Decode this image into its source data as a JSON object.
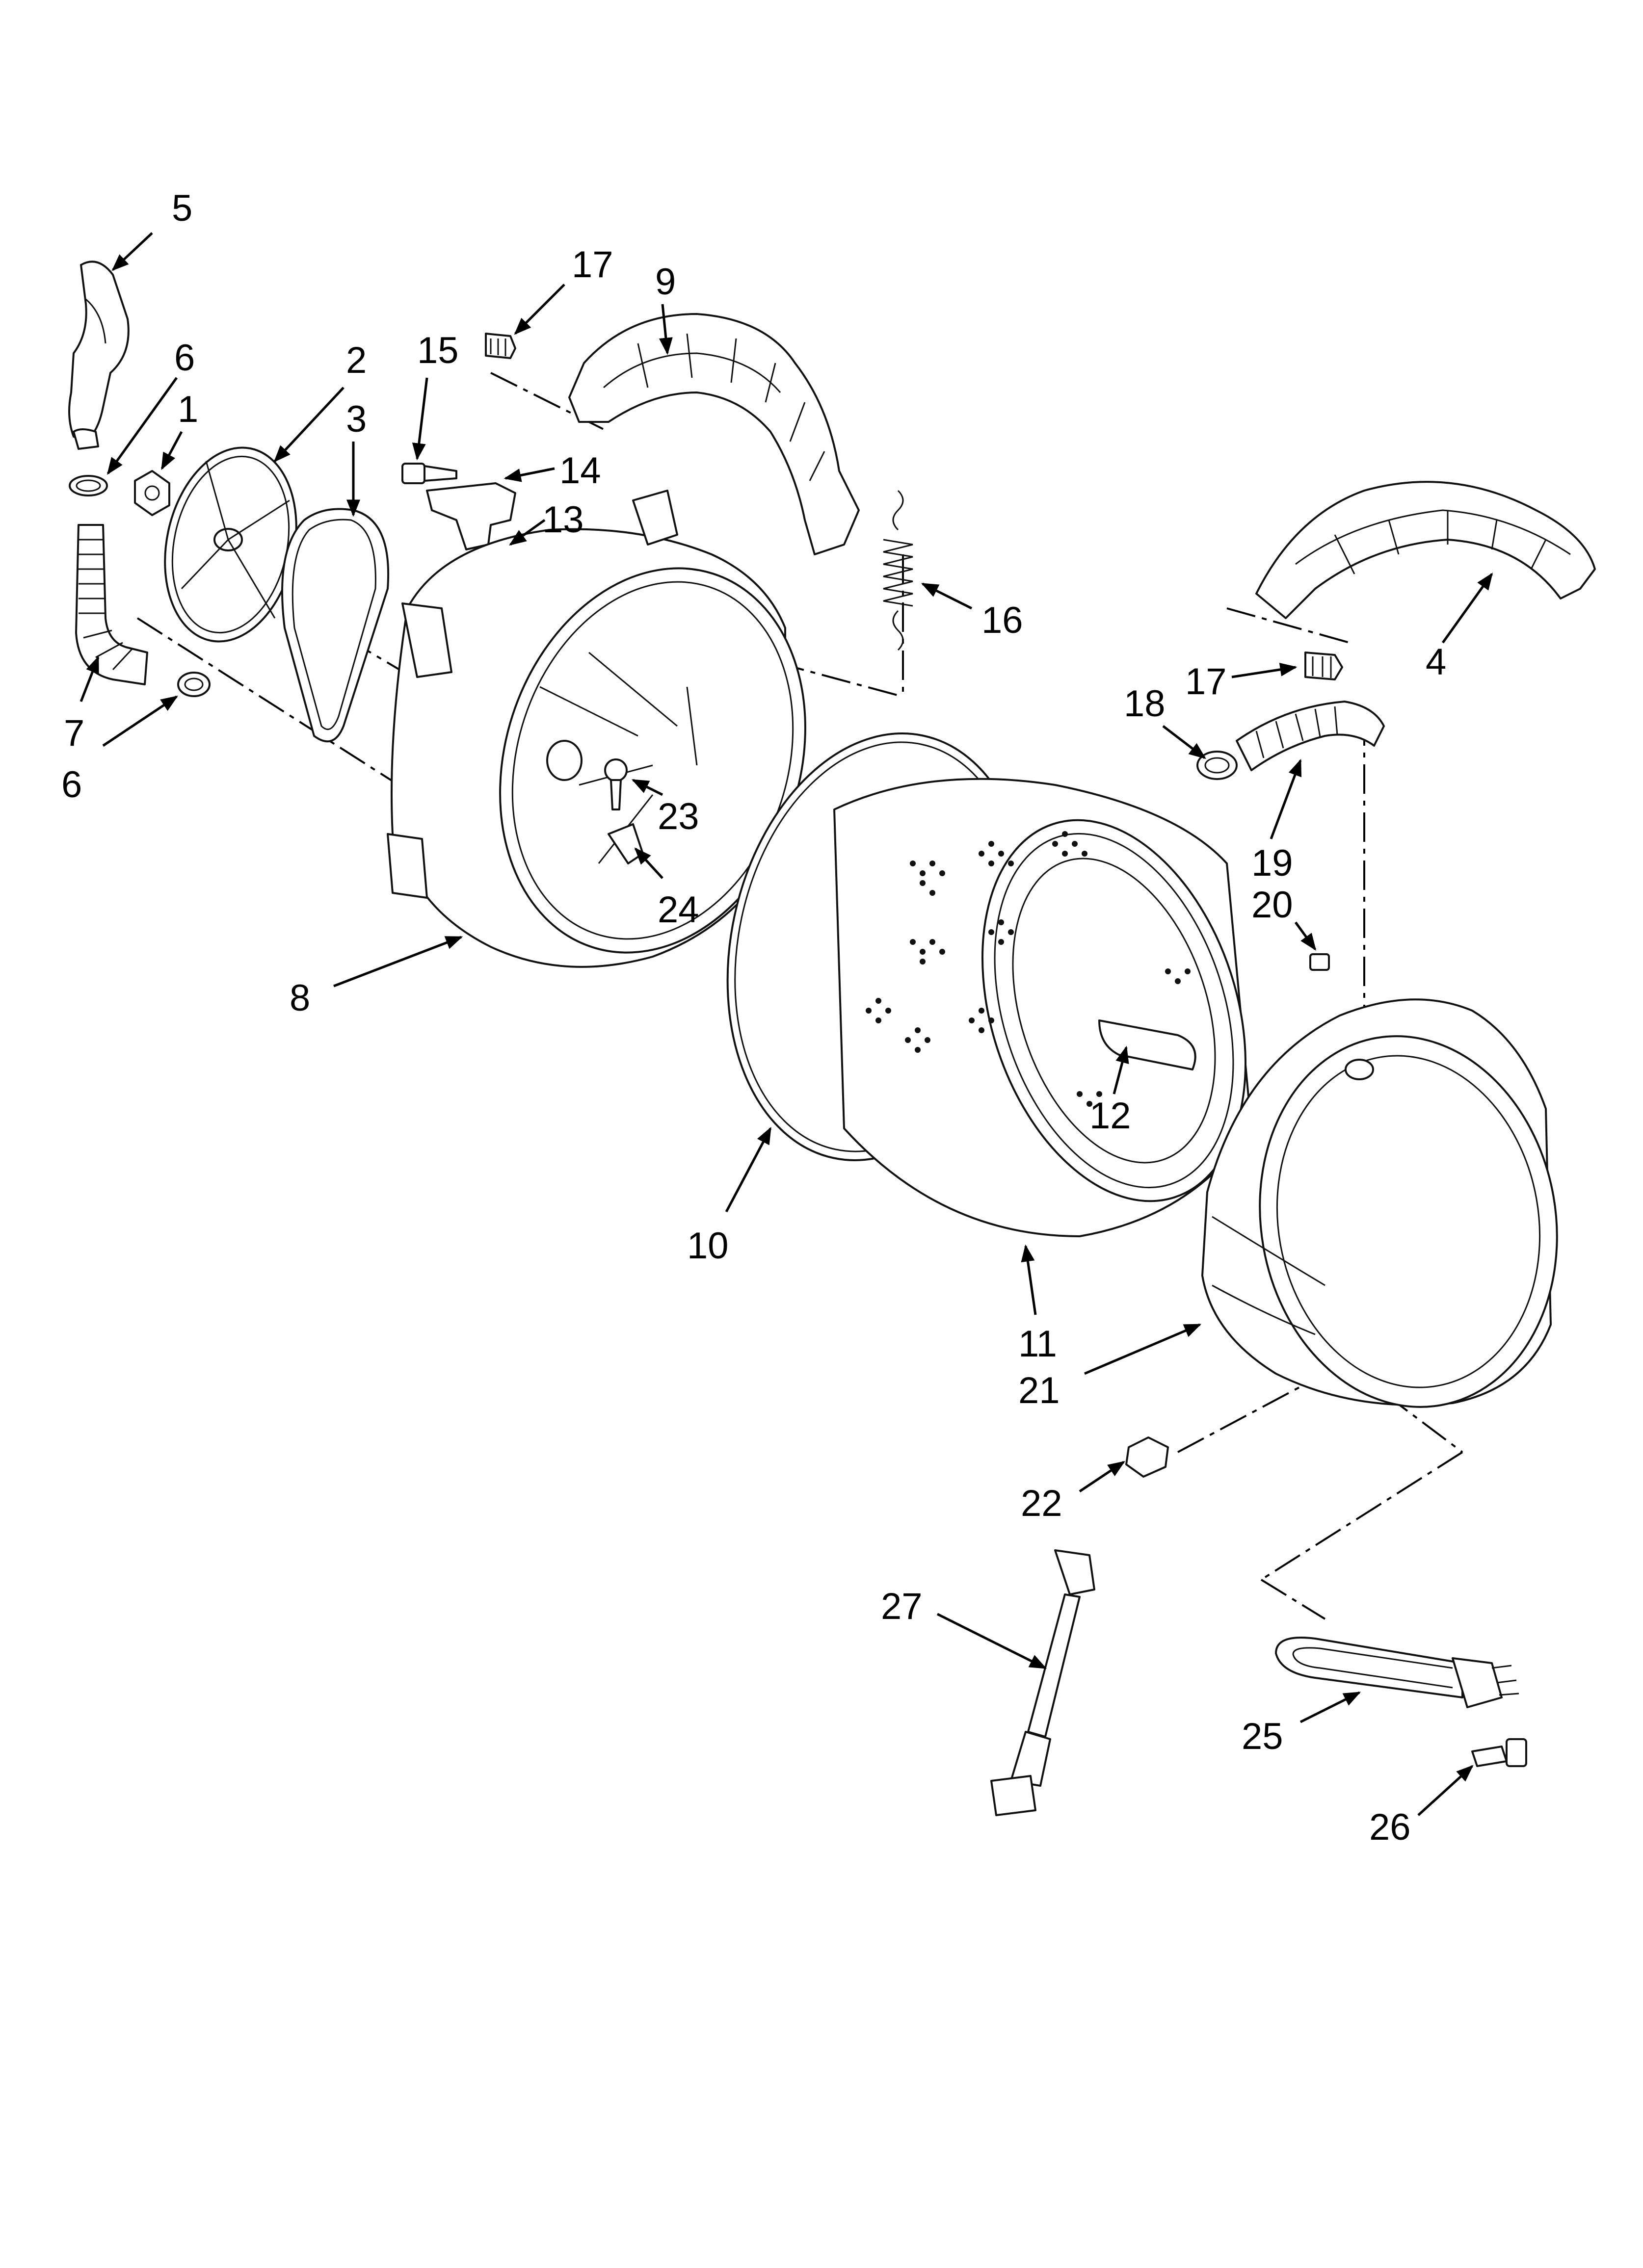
{
  "diagram": {
    "colors": {
      "line": "#111111",
      "background": "#ffffff"
    },
    "callouts": [
      {
        "id": "c5",
        "text": "5"
      },
      {
        "id": "c6a",
        "text": "6"
      },
      {
        "id": "c1",
        "text": "1"
      },
      {
        "id": "c7",
        "text": "7"
      },
      {
        "id": "c6b",
        "text": "6"
      },
      {
        "id": "c2",
        "text": "2"
      },
      {
        "id": "c3",
        "text": "3"
      },
      {
        "id": "c15",
        "text": "15"
      },
      {
        "id": "c17a",
        "text": "17"
      },
      {
        "id": "c9",
        "text": "9"
      },
      {
        "id": "c14",
        "text": "14"
      },
      {
        "id": "c13",
        "text": "13"
      },
      {
        "id": "c16",
        "text": "16"
      },
      {
        "id": "c4",
        "text": "4"
      },
      {
        "id": "c17b",
        "text": "17"
      },
      {
        "id": "c18",
        "text": "18"
      },
      {
        "id": "c19",
        "text": "19"
      },
      {
        "id": "c20",
        "text": "20"
      },
      {
        "id": "c23",
        "text": "23"
      },
      {
        "id": "c24",
        "text": "24"
      },
      {
        "id": "c8",
        "text": "8"
      },
      {
        "id": "c10",
        "text": "10"
      },
      {
        "id": "c12",
        "text": "12"
      },
      {
        "id": "c11",
        "text": "11"
      },
      {
        "id": "c21",
        "text": "21"
      },
      {
        "id": "c22",
        "text": "22"
      },
      {
        "id": "c27",
        "text": "27"
      },
      {
        "id": "c25",
        "text": "25"
      },
      {
        "id": "c26",
        "text": "26"
      }
    ]
  }
}
